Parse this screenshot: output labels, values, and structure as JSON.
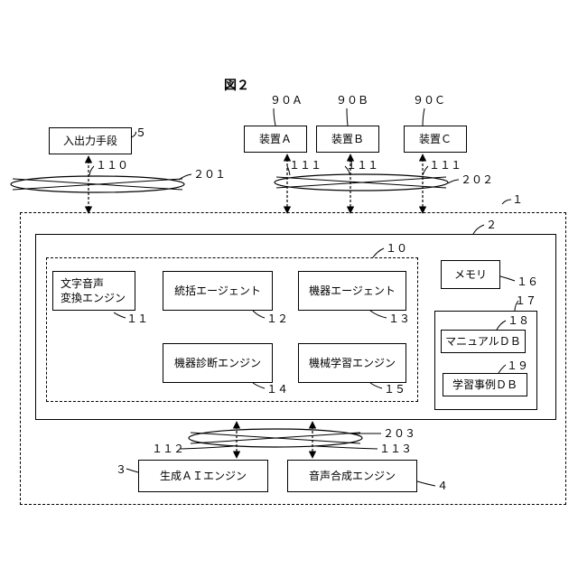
{
  "figure_title": "図２",
  "io": {
    "label": "入出力手段",
    "ref": "５"
  },
  "devices": [
    {
      "label": "装置Ａ",
      "ref": "９０Ａ"
    },
    {
      "label": "装置Ｂ",
      "ref": "９０Ｂ"
    },
    {
      "label": "装置Ｃ",
      "ref": "９０Ｃ"
    }
  ],
  "links": {
    "l110": "１１０",
    "l111a": "１１１",
    "l111b": "１１１",
    "l111c": "１１１",
    "l112": "１１２",
    "l113": "１１３"
  },
  "networks": {
    "n201": "２０１",
    "n202": "２０２",
    "n203": "２０３"
  },
  "system": {
    "ref": "１"
  },
  "module": {
    "ref": "２"
  },
  "agents": {
    "ref": "１０"
  },
  "engines": {
    "text_speech": {
      "line1": "文字音声",
      "line2": "変換エンジン",
      "ref": "１１"
    },
    "supervisor": {
      "label": "統括エージェント",
      "ref": "１２"
    },
    "device_agent": {
      "label": "機器エージェント",
      "ref": "１３"
    },
    "diagnosis": {
      "label": "機器診断エンジン",
      "ref": "１４"
    },
    "ml": {
      "label": "機械学習エンジン",
      "ref": "１５"
    }
  },
  "memory": {
    "label": "メモリ",
    "ref": "１６"
  },
  "db_group": {
    "ref": "１７"
  },
  "manual_db": {
    "label": "マニュアルＤＢ",
    "ref": "１８"
  },
  "case_db": {
    "label": "学習事例ＤＢ",
    "ref": "１９"
  },
  "genai": {
    "label": "生成ＡＩエンジン",
    "ref": "３"
  },
  "speech_synth": {
    "label": "音声合成エンジン",
    "ref": "４"
  }
}
